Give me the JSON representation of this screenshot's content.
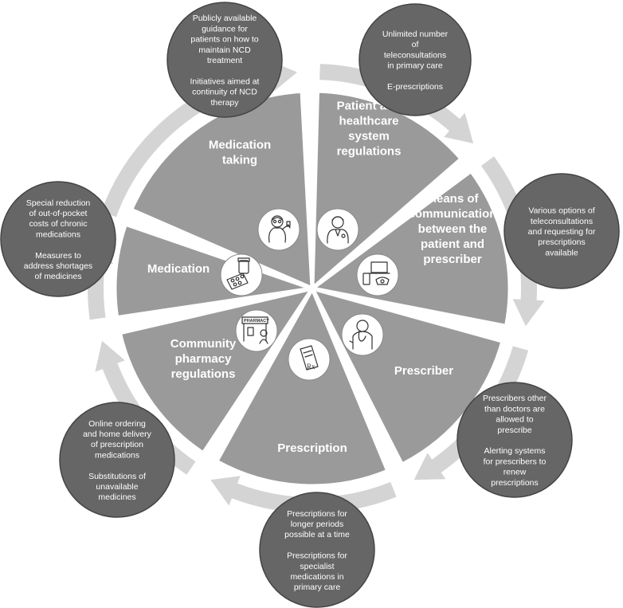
{
  "segments": [
    {
      "id": "medication-taking",
      "label": [
        "Medication",
        "taking"
      ],
      "icon": "elderly-person-icon"
    },
    {
      "id": "patient-healthcare",
      "label": [
        "Patient and",
        "healthcare",
        "system",
        "regulations"
      ],
      "icon": "doctor-icon"
    },
    {
      "id": "means-of-communication",
      "label": [
        "Means of",
        "communication",
        "between the",
        "patient and",
        "prescriber"
      ],
      "icon": "devices-icon"
    },
    {
      "id": "prescriber",
      "label": [
        "Prescriber"
      ],
      "icon": "physician-icon"
    },
    {
      "id": "prescription",
      "label": [
        "Prescription"
      ],
      "icon": "rx-paper-icon"
    },
    {
      "id": "community-pharmacy",
      "label": [
        "Community",
        "pharmacy",
        "regulations"
      ],
      "icon": "pharmacy-icon"
    },
    {
      "id": "medication",
      "label": [
        "Medication"
      ],
      "icon": "pills-icon"
    }
  ],
  "bubbles": [
    {
      "id": "medication-taking",
      "lines": [
        "Publicly available",
        "guidance for",
        "patients on how to",
        "maintain NCD",
        "treatment",
        "",
        "Initiatives aimed at",
        "continuity of NCD",
        "therapy"
      ]
    },
    {
      "id": "patient-healthcare",
      "lines": [
        "Unlimited number",
        "of",
        "teleconsultations",
        "in primary care",
        "",
        "E-prescriptions"
      ]
    },
    {
      "id": "means-of-communication",
      "lines": [
        "Various options of",
        "teleconsultations",
        "and requesting for",
        "prescriptions",
        "available"
      ]
    },
    {
      "id": "prescriber",
      "lines": [
        "Prescribers other",
        "than doctors are",
        "allowed to",
        "prescribe",
        "",
        "Alerting systems",
        "for prescribers to",
        "renew",
        "prescriptions"
      ]
    },
    {
      "id": "prescription",
      "lines": [
        "Prescriptions for",
        "longer periods",
        "possible at a time",
        "",
        "Prescriptions for",
        "specialist",
        "medications in",
        "primary care"
      ]
    },
    {
      "id": "community-pharmacy",
      "lines": [
        "Online ordering",
        "and home delivery",
        "of prescription",
        "medications",
        "",
        "Substitutions of",
        "unavailable",
        "medicines"
      ]
    },
    {
      "id": "medication",
      "lines": [
        "Special reduction",
        "of out-of-pocket",
        "costs of chronic",
        "medications",
        "",
        "Measures to",
        "address shortages",
        "of medicines"
      ]
    }
  ],
  "icon_labels": {
    "pharmacy_sign": "PHARMACY",
    "rx": "Rx"
  },
  "colors": {
    "segment": "#9a9a9a",
    "ring": "#d4d4d4",
    "bubble": "#666666",
    "bubble_stroke": "#444444",
    "icon_circle": "#ffffff"
  }
}
